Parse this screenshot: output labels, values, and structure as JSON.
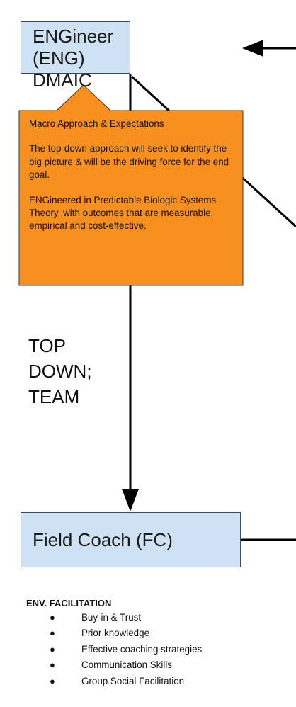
{
  "diagram": {
    "top_box": {
      "line1": "ENGineer (ENG)",
      "line2": "DMAIC"
    },
    "callout": {
      "title": "Macro Approach & Expectations",
      "paragraph1": "The top-down approach will seek to identify the big picture & will be the driving force for the end goal.",
      "paragraph2": "ENGineered in Predictable Biologic Systems Theory, with outcomes that are  measurable, empirical and cost-effective.",
      "fill_color": "#f7901e"
    },
    "arrow_label": {
      "line1": "TOP",
      "line2": "DOWN;",
      "line3": "TEAM"
    },
    "bottom_box": {
      "label": "Field Coach (FC)"
    },
    "box_fill_color": "#cfe2f3"
  },
  "env_facilitation": {
    "heading": "ENV. FACILITATION",
    "items": [
      "Buy-in & Trust",
      "Prior knowledge",
      "Effective coaching strategies",
      "Communication Skills",
      "Group Social Facilitation"
    ]
  }
}
